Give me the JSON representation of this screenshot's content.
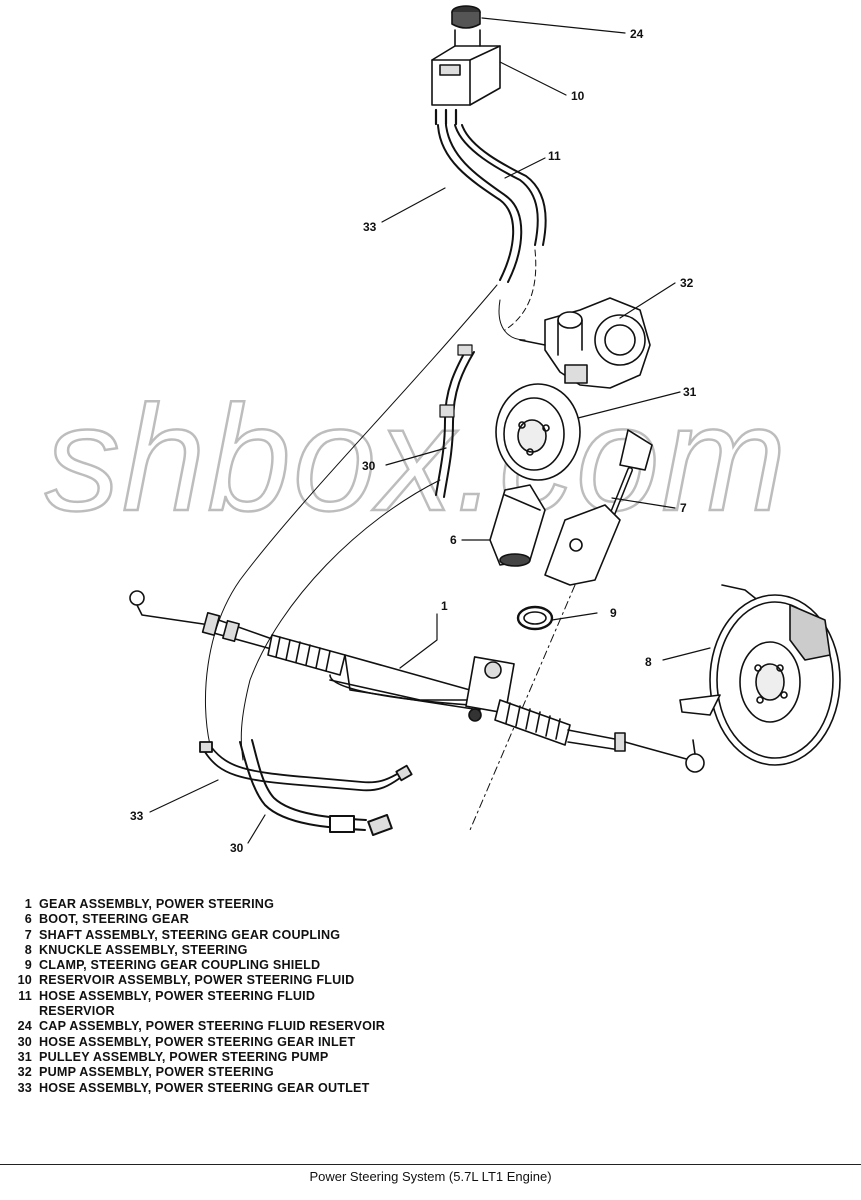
{
  "watermark": "shbox.com",
  "callouts": [
    "24",
    "10",
    "11",
    "33",
    "32",
    "31",
    "30",
    "7",
    "6",
    "9",
    "1",
    "8",
    "33",
    "30"
  ],
  "legend": [
    {
      "num": "1",
      "text": "GEAR ASSEMBLY, POWER STEERING"
    },
    {
      "num": "6",
      "text": "BOOT, STEERING GEAR"
    },
    {
      "num": "7",
      "text": "SHAFT ASSEMBLY, STEERING GEAR COUPLING"
    },
    {
      "num": "8",
      "text": "KNUCKLE ASSEMBLY, STEERING"
    },
    {
      "num": "9",
      "text": "CLAMP, STEERING GEAR COUPLING SHIELD"
    },
    {
      "num": "10",
      "text": "RESERVOIR ASSEMBLY, POWER STEERING FLUID"
    },
    {
      "num": "11",
      "text": "HOSE ASSEMBLY, POWER STEERING FLUID\nRESERVIOR"
    },
    {
      "num": "24",
      "text": "CAP ASSEMBLY, POWER STEERING FLUID RESERVOIR"
    },
    {
      "num": "30",
      "text": "HOSE ASSEMBLY, POWER STEERING GEAR INLET"
    },
    {
      "num": "31",
      "text": "PULLEY ASSEMBLY, POWER STEERING PUMP"
    },
    {
      "num": "32",
      "text": "PUMP ASSEMBLY, POWER STEERING"
    },
    {
      "num": "33",
      "text": "HOSE ASSEMBLY, POWER STEERING GEAR OUTLET"
    }
  ],
  "caption": "Power Steering System (5.7L LT1 Engine)"
}
